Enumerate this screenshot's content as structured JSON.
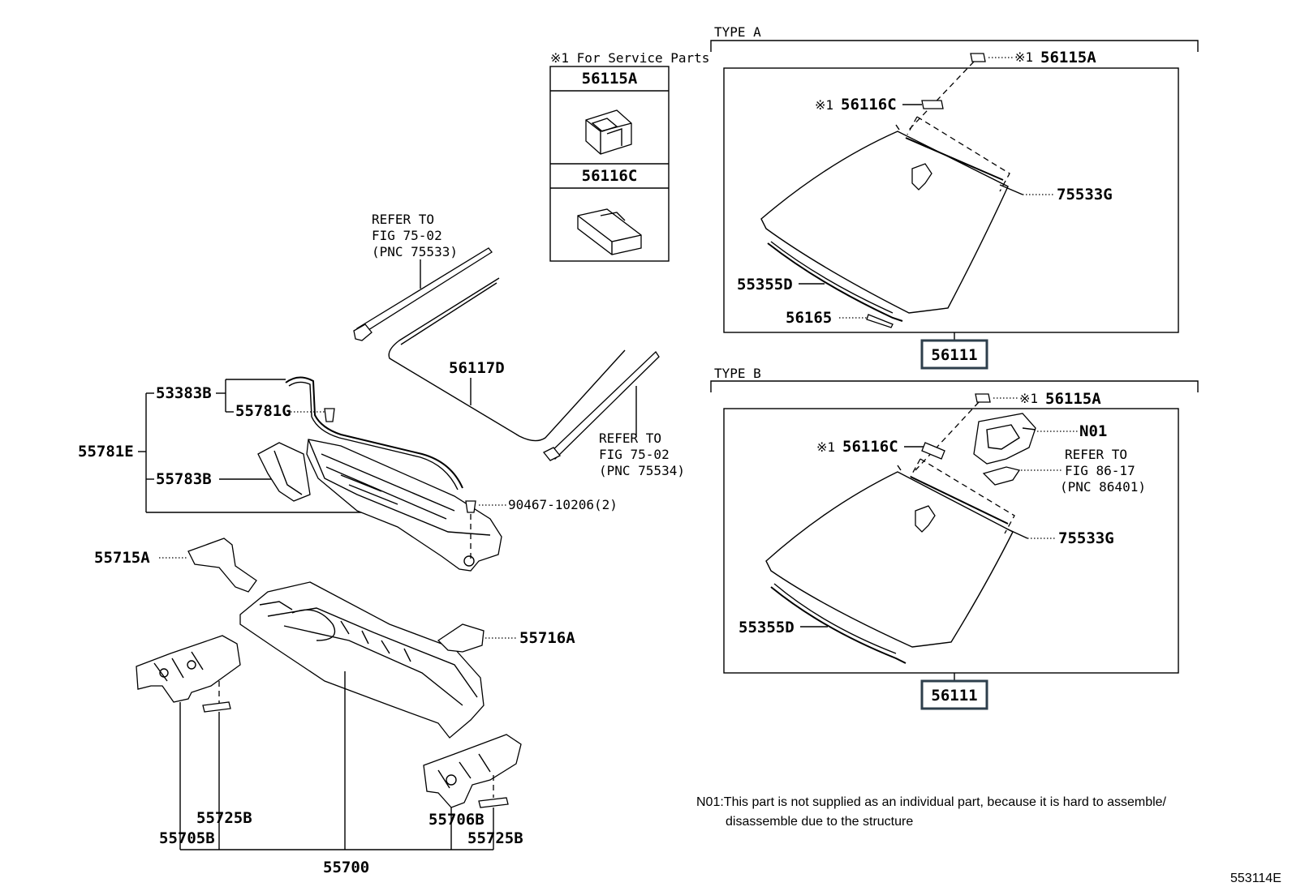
{
  "sections": {
    "type_a": "TYPE A",
    "type_b": "TYPE B",
    "service_parts_header": "※1 For Service Parts"
  },
  "service_box": {
    "part1": "56115A",
    "part2": "56116C"
  },
  "labels": {
    "refer_75533": [
      "REFER TO",
      "FIG 75-02",
      "(PNC 75533)"
    ],
    "refer_75534": [
      "REFER TO",
      "FIG 75-02",
      "(PNC 75534)"
    ],
    "refer_86401": [
      "REFER TO",
      "FIG 86-17",
      "(PNC 86401)"
    ],
    "p56117D": "56117D",
    "p53383B": "53383B",
    "p55781G": "55781G",
    "p55781E": "55781E",
    "p55783B": "55783B",
    "p90467": "90467-10206(2)",
    "p55715A": "55715A",
    "p55716A": "55716A",
    "p55725B_left": "55725B",
    "p55705B": "55705B",
    "p55706B": "55706B",
    "p55725B_right": "55725B",
    "p55700": "55700",
    "a_56115A": "56115A",
    "a_56116C": "56116C",
    "a_75533G": "75533G",
    "a_55355D": "55355D",
    "a_56165": "56165",
    "a_56111": "56111",
    "b_56115A": "56115A",
    "b_56116C": "56116C",
    "b_N01": "N01",
    "b_75533G": "75533G",
    "b_55355D": "55355D",
    "b_56111": "56111",
    "mark": "※1"
  },
  "note": {
    "line1": "N01:This part is not supplied as an individual part, because it is hard to assemble/",
    "line2": "disassemble due to the structure"
  },
  "figure_id": "553114E"
}
